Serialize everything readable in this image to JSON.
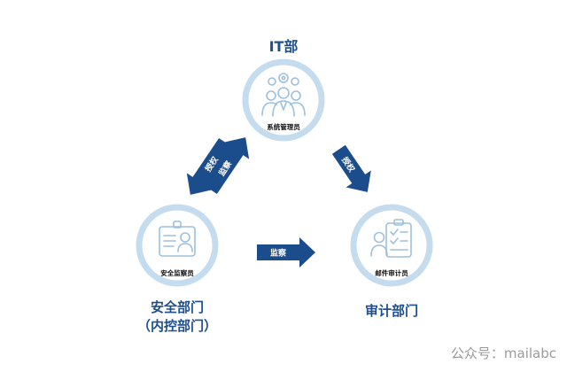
{
  "colors": {
    "accent": "#1e4f8f",
    "arrow": "#1b4c8c",
    "ring": "#c5dcef",
    "node_fill": "#ffffff",
    "icon": "#9cc0de",
    "role_text": "#111111",
    "watermark": "#9a9a9a"
  },
  "nodes": {
    "it": {
      "dept": "IT部",
      "role": "系统管理员",
      "icon": "admin-team-icon"
    },
    "security": {
      "dept_line1": "安全部门",
      "dept_line2": "（内控部门）",
      "role": "安全监察员",
      "icon": "id-badge-icon"
    },
    "audit": {
      "dept": "审计部门",
      "role": "邮件审计员",
      "icon": "audit-clipboard-icon"
    }
  },
  "arrows": {
    "security_to_it": "监察",
    "it_to_security": "授权",
    "it_to_audit": "授权",
    "security_to_audit": "监察"
  },
  "watermark": "公众号：mailabc"
}
